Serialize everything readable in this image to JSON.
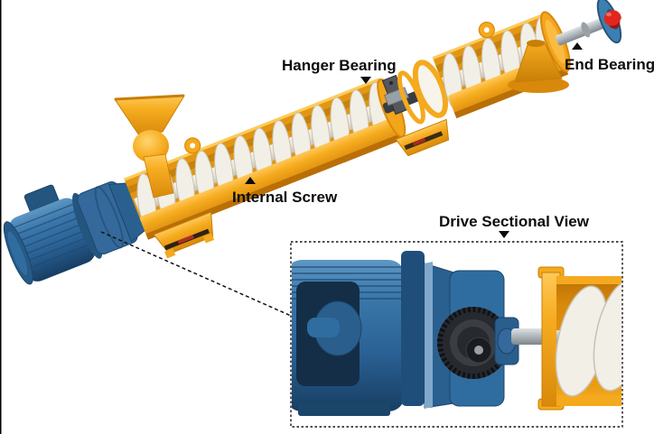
{
  "page": {
    "background": "#FFFFFF"
  },
  "labels": {
    "hanger_bearing": "Hanger Bearing",
    "end_bearing": "End Bearing",
    "internal_screw": "Internal Screw",
    "drive_sectional_view": "Drive Sectional View"
  },
  "markers": {
    "hanger_bearing": "down-triangle",
    "end_bearing": "up-triangle",
    "internal_screw": "up-triangle",
    "drive_sectional_view": "down-triangle"
  },
  "colors": {
    "trough_yellow": "#F5A91E",
    "trough_yellow_highlight": "#FFC95A",
    "trough_yellow_shadow": "#D8890B",
    "motor_blue": "#2F6DA0",
    "motor_blue_dark": "#1B4569",
    "screw_flight_ivory": "#F2EFE7",
    "screw_flight_shadow": "#C9C2B2",
    "shaft_steel": "#AEB6BB",
    "end_bearing_disc_blue": "#3E7FB1",
    "grease_cap_red": "#E3261D",
    "gear_black": "#26292E",
    "label_ink": "#0d0d0d"
  }
}
